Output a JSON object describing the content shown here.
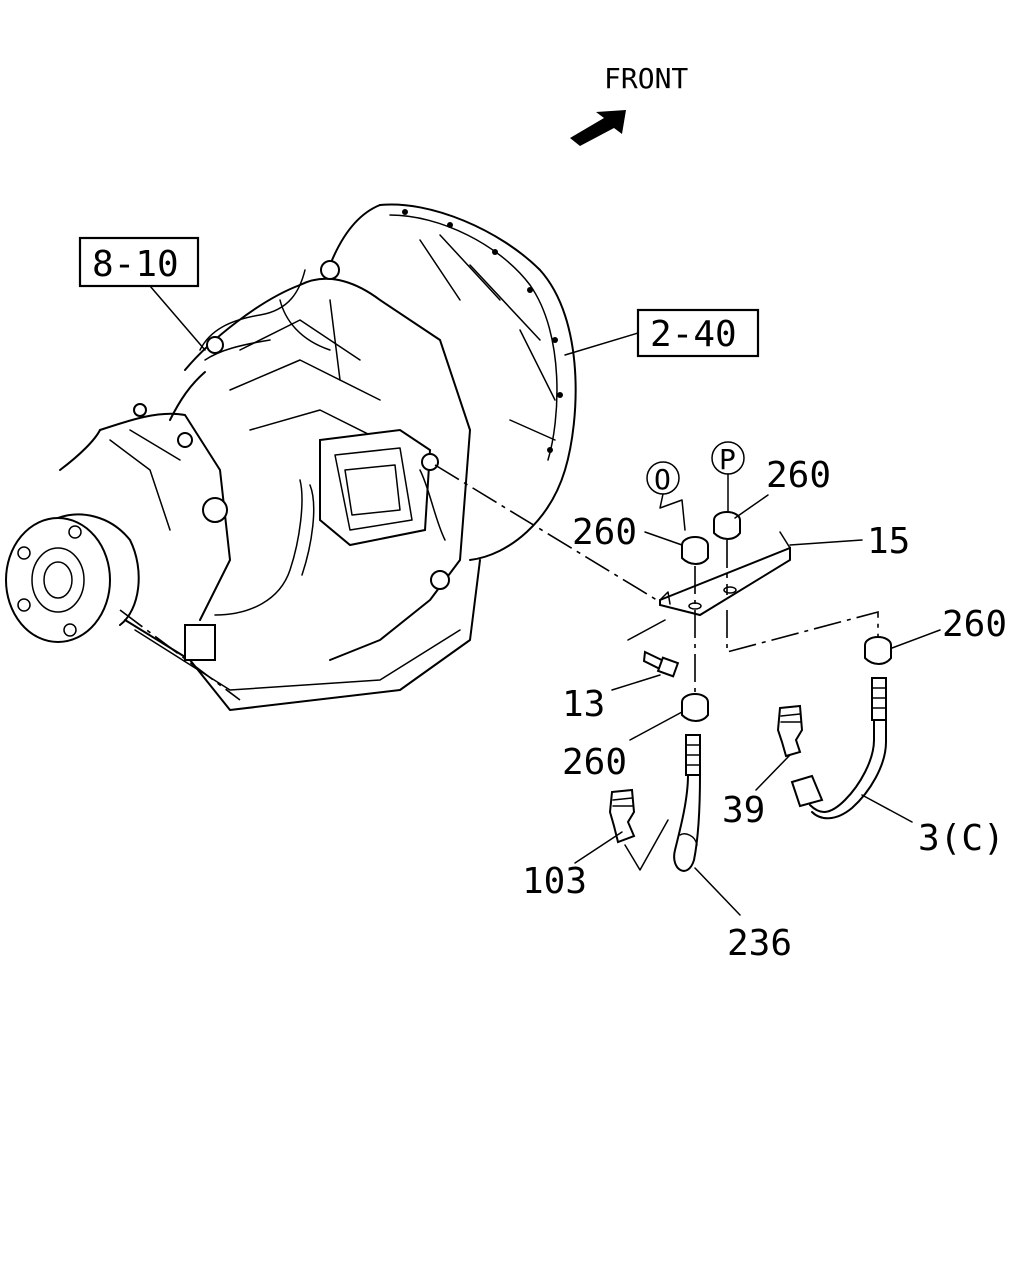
{
  "direction_label": "FRONT",
  "ref_boxes": [
    "8-10",
    "2-40"
  ],
  "circle_markers": [
    "O",
    "P"
  ],
  "callouts": {
    "c260_upper_right": "260",
    "c260_upper_left": "260",
    "c15": "15",
    "c260_right": "260",
    "c13": "13",
    "c260_lower": "260",
    "c39": "39",
    "c3c": "3(C)",
    "c103": "103",
    "c236": "236"
  },
  "icons": {
    "front_arrow": "front-arrow-icon",
    "transmission": "transmission-assembly-icon"
  },
  "colors": {
    "ink": "#000000",
    "paper": "#ffffff"
  }
}
